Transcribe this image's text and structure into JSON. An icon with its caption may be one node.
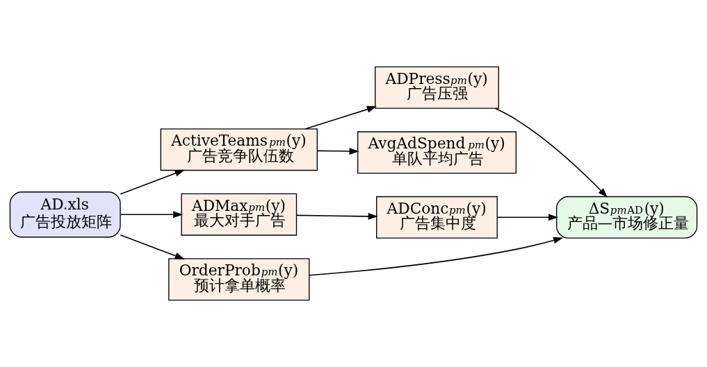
{
  "diagram": {
    "nodes": [
      {
        "text": [
          "AD.xls",
          "广告投放矩阵"
        ]
      },
      {
        "text": [
          "ActiveTeams$_{pm}$(y)",
          "广告竞争队伍数"
        ]
      },
      {
        "text": [
          "ADPress$_{pm}$(y)",
          "广告压强"
        ]
      },
      {
        "text": [
          "AvgAdSpend$_{pm}$(y)",
          "单队平均广告"
        ]
      },
      {
        "text": [
          "ΔS$_{pm}$$^{AD}$(y)",
          "产品—市场修正量"
        ]
      },
      {
        "text": [
          "ADMax$_{pm}$(y)",
          "最大对手广告"
        ]
      },
      {
        "text": [
          "ADConc$_{pm}$(y)",
          "广告集中度"
        ]
      },
      {
        "text": [
          "OrderProb$_{pm}$(y)",
          "预计拿单概率"
        ]
      }
    ],
    "edges": [
      {
        "from": 0,
        "to": 1,
        "arrow": "to"
      },
      {
        "from": 1,
        "to": 2,
        "arrow": "to"
      },
      {
        "from": 1,
        "to": 3,
        "arrow": "to"
      },
      {
        "from": 2,
        "to": 4,
        "arrow": "to"
      },
      {
        "from": 0,
        "to": 5,
        "arrow": "to"
      },
      {
        "from": 5,
        "to": 6,
        "arrow": "to"
      },
      {
        "from": 6,
        "to": 4,
        "arrow": "to"
      },
      {
        "from": 0,
        "to": 7,
        "arrow": "to"
      },
      {
        "from": 7,
        "to": 4,
        "arrow": "to"
      }
    ]
  }
}
